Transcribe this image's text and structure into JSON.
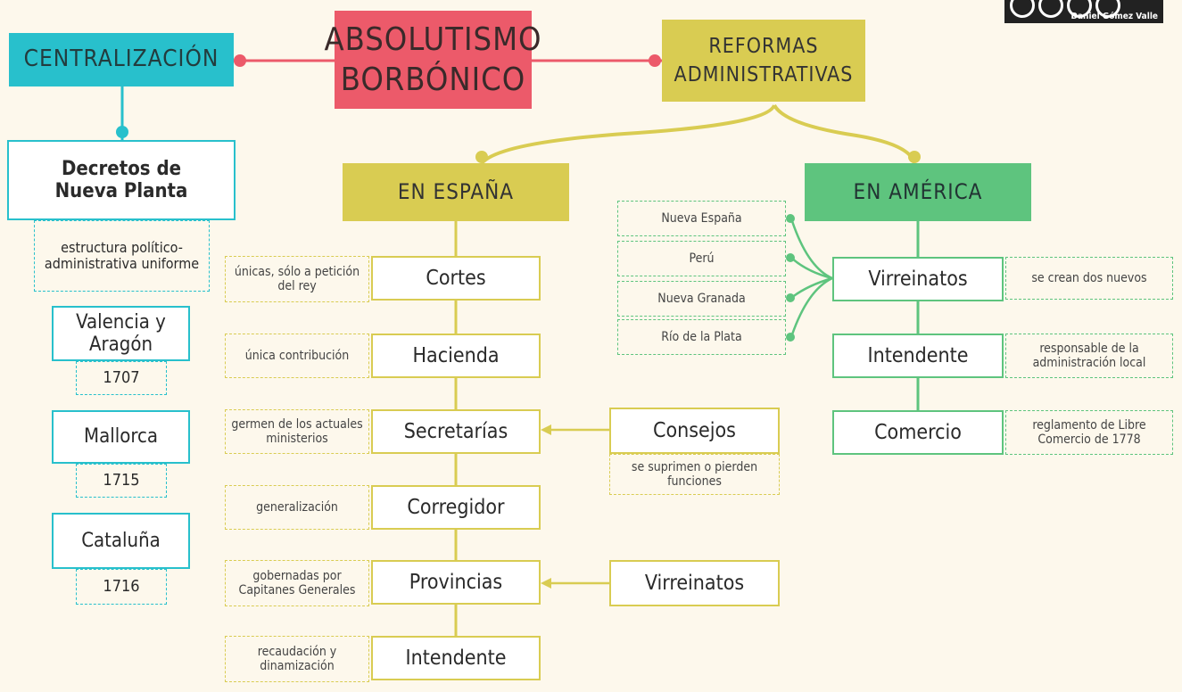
{
  "root": {
    "title": "ABSOLUTISMO\nBORBÓNICO"
  },
  "centralizacion": {
    "title": "CENTRALIZACIÓN",
    "decretos": "Decretos de Nueva Planta",
    "estructura": "estructura político-administrativa uniforme",
    "regions": [
      {
        "name": "Valencia y Aragón",
        "year": "1707"
      },
      {
        "name": "Mallorca",
        "year": "1715"
      },
      {
        "name": "Cataluña",
        "year": "1716"
      }
    ]
  },
  "reformas": {
    "title": "REFORMAS\nADMINISTRATIVAS",
    "espana": {
      "title": "EN ESPAÑA",
      "items": [
        {
          "name": "Cortes",
          "note": "únicas, sólo a petición del rey"
        },
        {
          "name": "Hacienda",
          "note": "única contribución"
        },
        {
          "name": "Secretarías",
          "note": "germen de los actuales ministerios"
        },
        {
          "name": "Corregidor",
          "note": "generalización"
        },
        {
          "name": "Provincias",
          "note": "gobernadas por Capitanes Generales"
        },
        {
          "name": "Intendente",
          "note": "recaudación y dinamización"
        }
      ],
      "consejos": {
        "name": "Consejos",
        "note": "se suprimen o pierden funciones"
      },
      "virreinatos": {
        "name": "Virreinatos"
      }
    },
    "america": {
      "title": "EN AMÉRICA",
      "items": [
        {
          "name": "Virreinatos",
          "note": "se crean dos nuevos"
        },
        {
          "name": "Intendente",
          "note": "responsable de la administración local"
        },
        {
          "name": "Comercio",
          "note": "reglamento de Libre Comercio de 1778"
        }
      ],
      "virreinatos_list": [
        "Nueva España",
        "Perú",
        "Nueva Granada",
        "Río de la Plata"
      ]
    }
  },
  "credit": "Daniel Gómez Valle",
  "colors": {
    "title": "#ec5a6a",
    "cyan": "#28c0cc",
    "yellow": "#d9cc52",
    "green": "#5ec47e",
    "background": "#fdf8ec"
  }
}
